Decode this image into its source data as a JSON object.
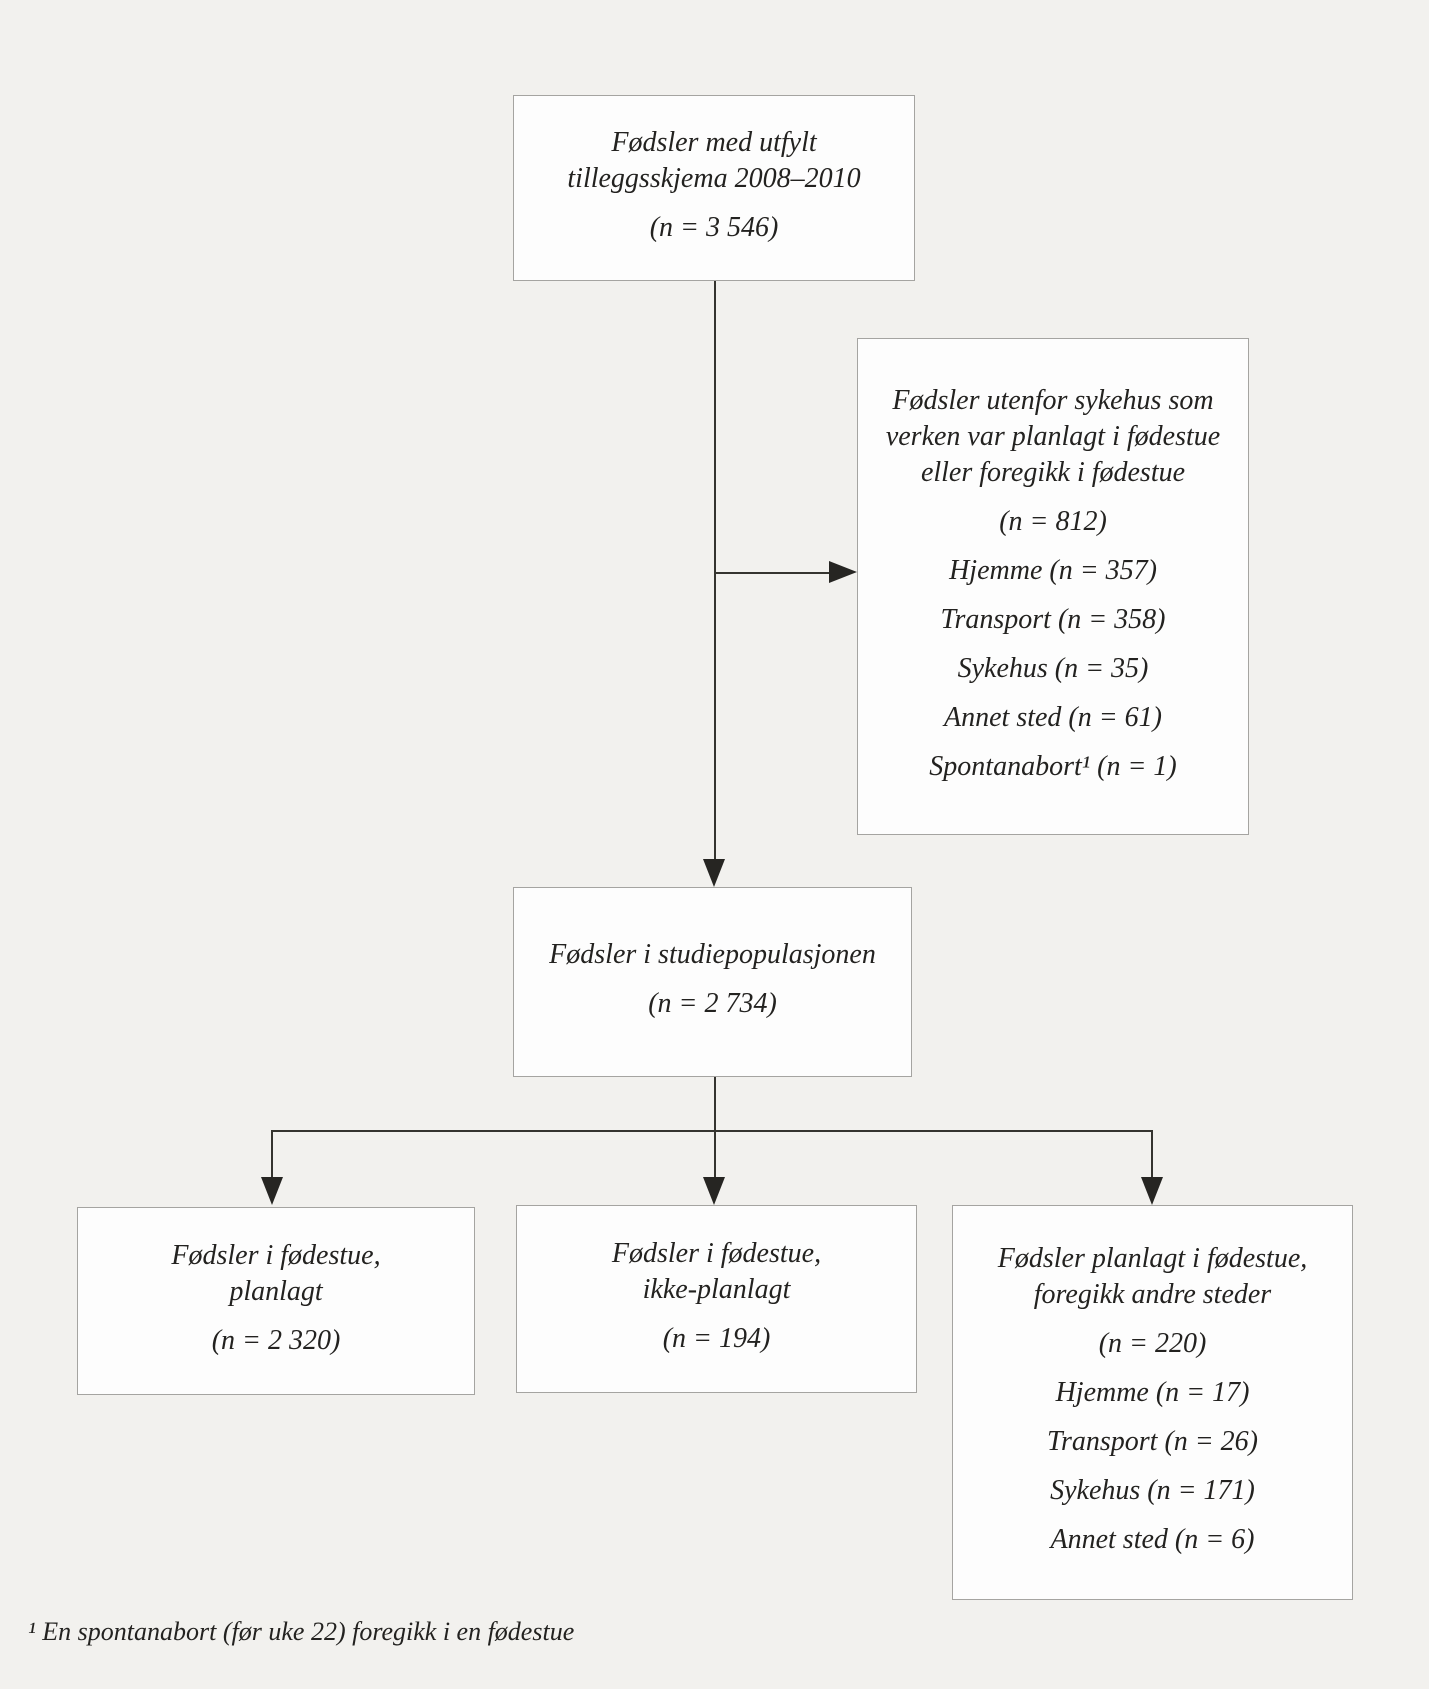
{
  "page": {
    "background_color": "#f2f1ee",
    "box_fill_color": "#fdfdfd",
    "box_border_color": "#a5a4a1",
    "line_color": "#35342f",
    "text_color": "#232220",
    "footnote": "¹ En spontanabort (før uke 22) foregikk i en fødestue"
  },
  "nodes": {
    "top": {
      "lines": [
        "Fødsler med utfylt",
        "tilleggsskjema 2008–2010"
      ],
      "n": "(n = 3 546)"
    },
    "exclusion": {
      "lines": [
        "Fødsler utenfor sykehus som",
        "verken var planlagt i fødestue",
        "eller foregikk i fødestue"
      ],
      "n": "(n = 812)",
      "items": [
        "Hjemme (n = 357)",
        "Transport (n = 358)",
        "Sykehus (n = 35)",
        "Annet sted (n = 61)",
        "Spontanabort¹ (n = 1)"
      ]
    },
    "population": {
      "lines": [
        "Fødsler i studiepopulasjonen"
      ],
      "n": "(n = 2 734)"
    },
    "planned": {
      "lines": [
        "Fødsler i fødestue,",
        "planlagt"
      ],
      "n": "(n = 2 320)"
    },
    "unplanned": {
      "lines": [
        "Fødsler i fødestue,",
        "ikke-planlagt"
      ],
      "n": "(n = 194)"
    },
    "elsewhere": {
      "lines": [
        "Fødsler planlagt i fødestue,",
        "foregikk andre steder"
      ],
      "n": "(n = 220)",
      "items": [
        "Hjemme (n = 17)",
        "Transport (n = 26)",
        "Sykehus (n = 171)",
        "Annet sted (n = 6)"
      ]
    }
  }
}
